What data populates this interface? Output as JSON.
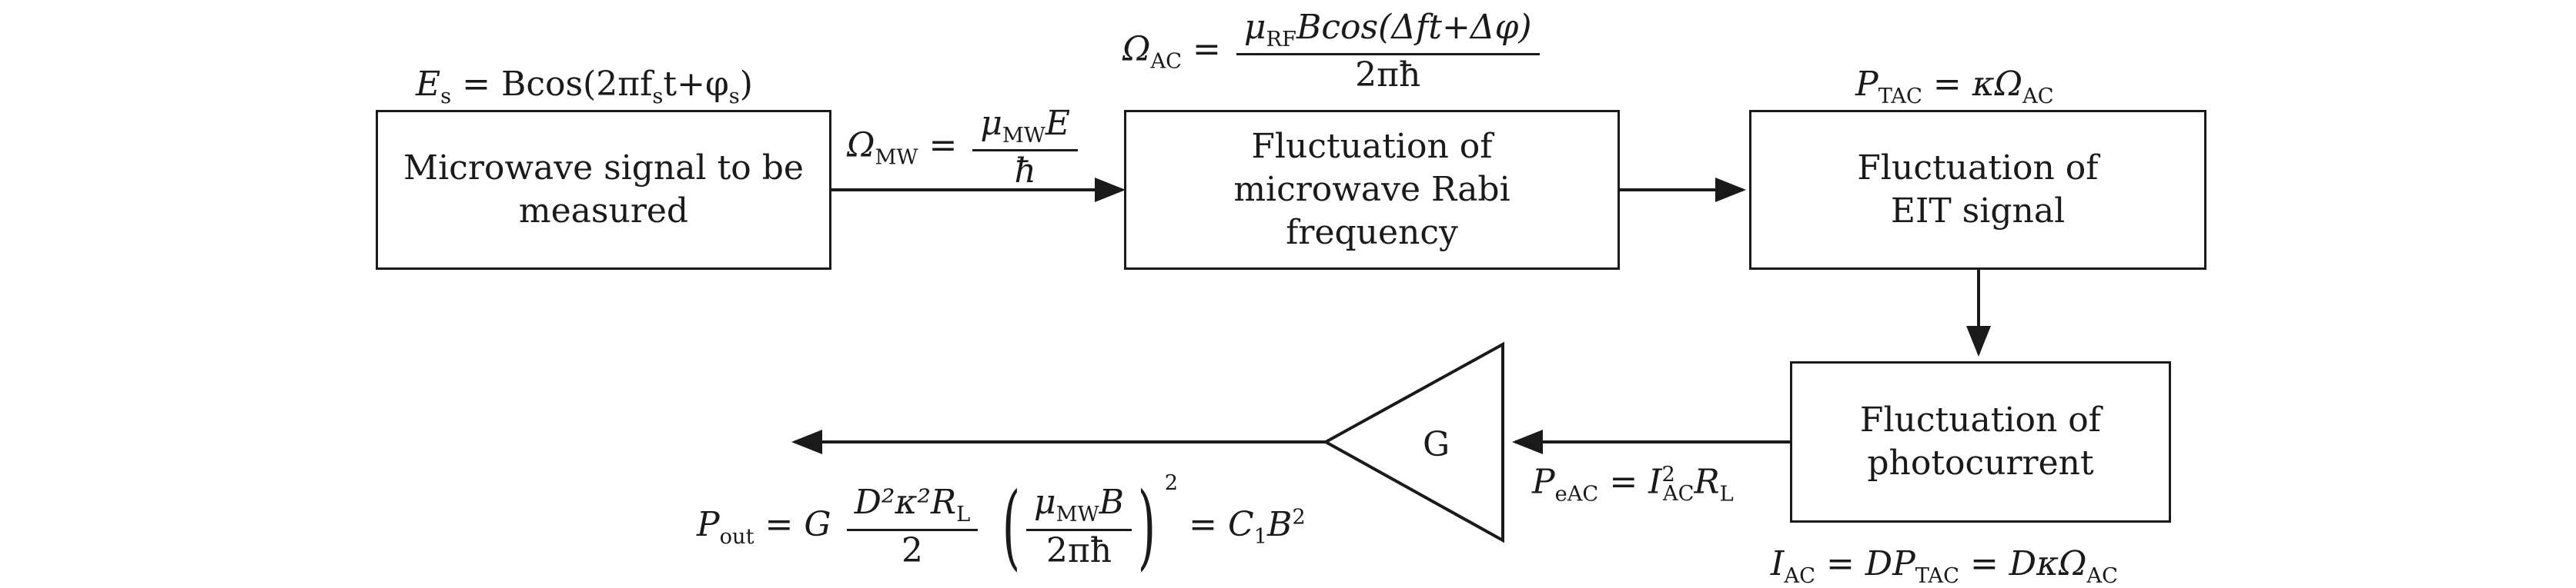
{
  "boxes": {
    "microwave_signal": "Microwave signal to be measured",
    "rabi_frequency": "Fluctuation of microwave Rabi frequency",
    "eit_signal": "Fluctuation of EIT signal",
    "photocurrent": "Fluctuation of photocurrent"
  },
  "amplifier": {
    "label": "G"
  },
  "equations": {
    "es": {
      "lhs": "E",
      "lhs_sub": "s",
      "rhs": "= Bcos(2πf",
      "rhs_sub": "s",
      "rhs_tail": "t+φ",
      "tail_sub": "s",
      "close": ")"
    },
    "omega_mw": {
      "lhs": "Ω",
      "lhs_sub": "MW",
      "eq": "=",
      "num": "μ",
      "num_sub": "MW",
      "num_tail": "E",
      "den": "ħ"
    },
    "omega_ac": {
      "lhs": "Ω",
      "lhs_sub": "AC",
      "eq": "=",
      "num": "μ",
      "num_sub": "RF",
      "num_tail": "Bcos(Δft+Δφ)",
      "den": "2πħ"
    },
    "p_tac": {
      "lhs": "P",
      "lhs_sub": "TAC",
      "rhs": "= κΩ",
      "rhs_sub": "AC"
    },
    "p_eac": {
      "lhs": "P",
      "lhs_sub": "eAC",
      "rhs": "= I",
      "rhs_sup": "2",
      "rhs_sub": "AC",
      "tail": "R",
      "tail_sub": "L"
    },
    "i_ac": {
      "lhs": "I",
      "lhs_sub": "AC",
      "mid": "= DP",
      "mid_sub": "TAC",
      "rhs": "= DκΩ",
      "rhs_sub": "AC"
    },
    "p_out": {
      "lhs": "P",
      "lhs_sub": "out",
      "eq": "= G",
      "frac1_num": "D²κ²R",
      "frac1_num_sub": "L",
      "frac1_den": "2",
      "frac2_num": "μ",
      "frac2_num_sub": "MW",
      "frac2_num_tail": "B",
      "frac2_den": "2πħ",
      "open": "(",
      "close": ")",
      "power": "2",
      "rhs": "= C",
      "rhs_sub": "1",
      "rhs_tail": "B",
      "rhs_sup": "2"
    }
  }
}
